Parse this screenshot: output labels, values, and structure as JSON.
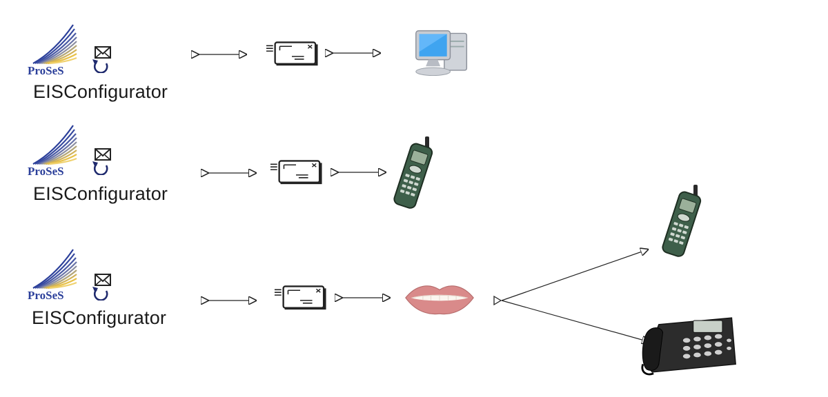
{
  "rows": [
    {
      "logo_text": "ProSeS",
      "label": "EISConfigurator",
      "destination": "desktop-computer"
    },
    {
      "logo_text": "ProSeS",
      "label": "EISConfigurator",
      "destination": "mobile-phone"
    },
    {
      "logo_text": "ProSeS",
      "label": "EISConfigurator",
      "destination": "speech-lips",
      "fan_out": [
        "mobile-phone",
        "desk-telephone"
      ]
    }
  ],
  "colors": {
    "logo_blue": "#2b3f9a",
    "logo_yellow": "#e8c24a",
    "line": "#222222",
    "monitor_screen": "#3fa4f0",
    "phone_body": "#3e5f4a",
    "lips": "#d98a8a"
  }
}
